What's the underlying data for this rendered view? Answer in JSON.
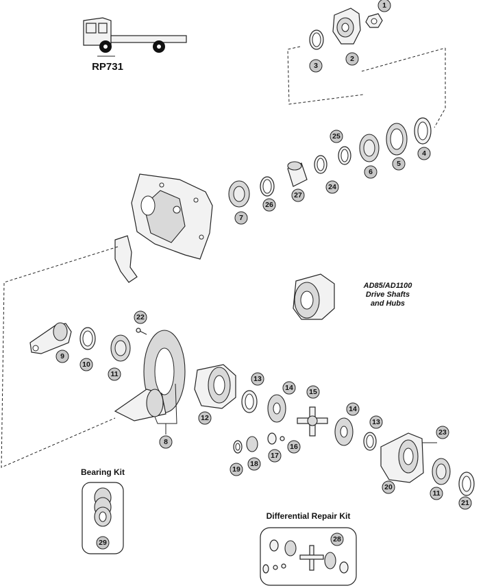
{
  "vehicle_code": "RP731",
  "drive_note": [
    "AD85/AD1100",
    "Drive Shafts",
    "and Hubs"
  ],
  "kits": {
    "bearing_kit_title": "Bearing Kit",
    "bearing_kit_callout": "29",
    "repair_kit_title": "Differential Repair Kit",
    "repair_kit_callout": "28"
  },
  "callouts": [
    "1",
    "2",
    "3",
    "4",
    "5",
    "6",
    "7",
    "8",
    "9",
    "10",
    "11",
    "11",
    "12",
    "13",
    "13",
    "14",
    "14",
    "15",
    "16",
    "17",
    "18",
    "19",
    "20",
    "21",
    "22",
    "23",
    "24",
    "25",
    "26",
    "27"
  ]
}
